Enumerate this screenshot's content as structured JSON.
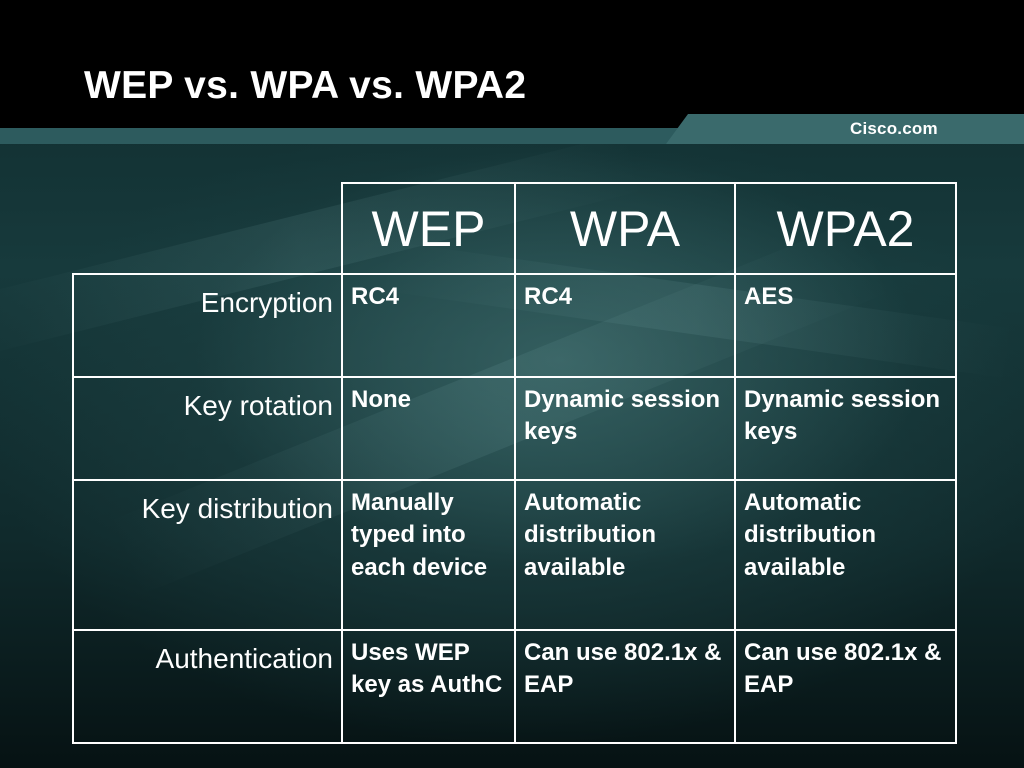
{
  "slide": {
    "title": "WEP vs. WPA vs. WPA2",
    "brand": "Cisco.com"
  },
  "table": {
    "columns": [
      "WEP",
      "WPA",
      "WPA2"
    ],
    "rows": [
      {
        "label": "Encryption",
        "cells": [
          "RC4",
          "RC4",
          "AES"
        ]
      },
      {
        "label": "Key rotation",
        "cells": [
          "None",
          "Dynamic session keys",
          "Dynamic session keys"
        ]
      },
      {
        "label": "Key distribution",
        "cells": [
          "Manually typed into each device",
          "Automatic distribution available",
          "Automatic distribution available"
        ]
      },
      {
        "label": "Authentication",
        "cells": [
          "Uses WEP key as AuthC",
          "Can use 802.1x & EAP",
          "Can use 802.1x & EAP"
        ]
      }
    ]
  },
  "colors": {
    "header_band": "#000000",
    "accent_bar": "#2d5b5e",
    "text": "#ffffff"
  }
}
